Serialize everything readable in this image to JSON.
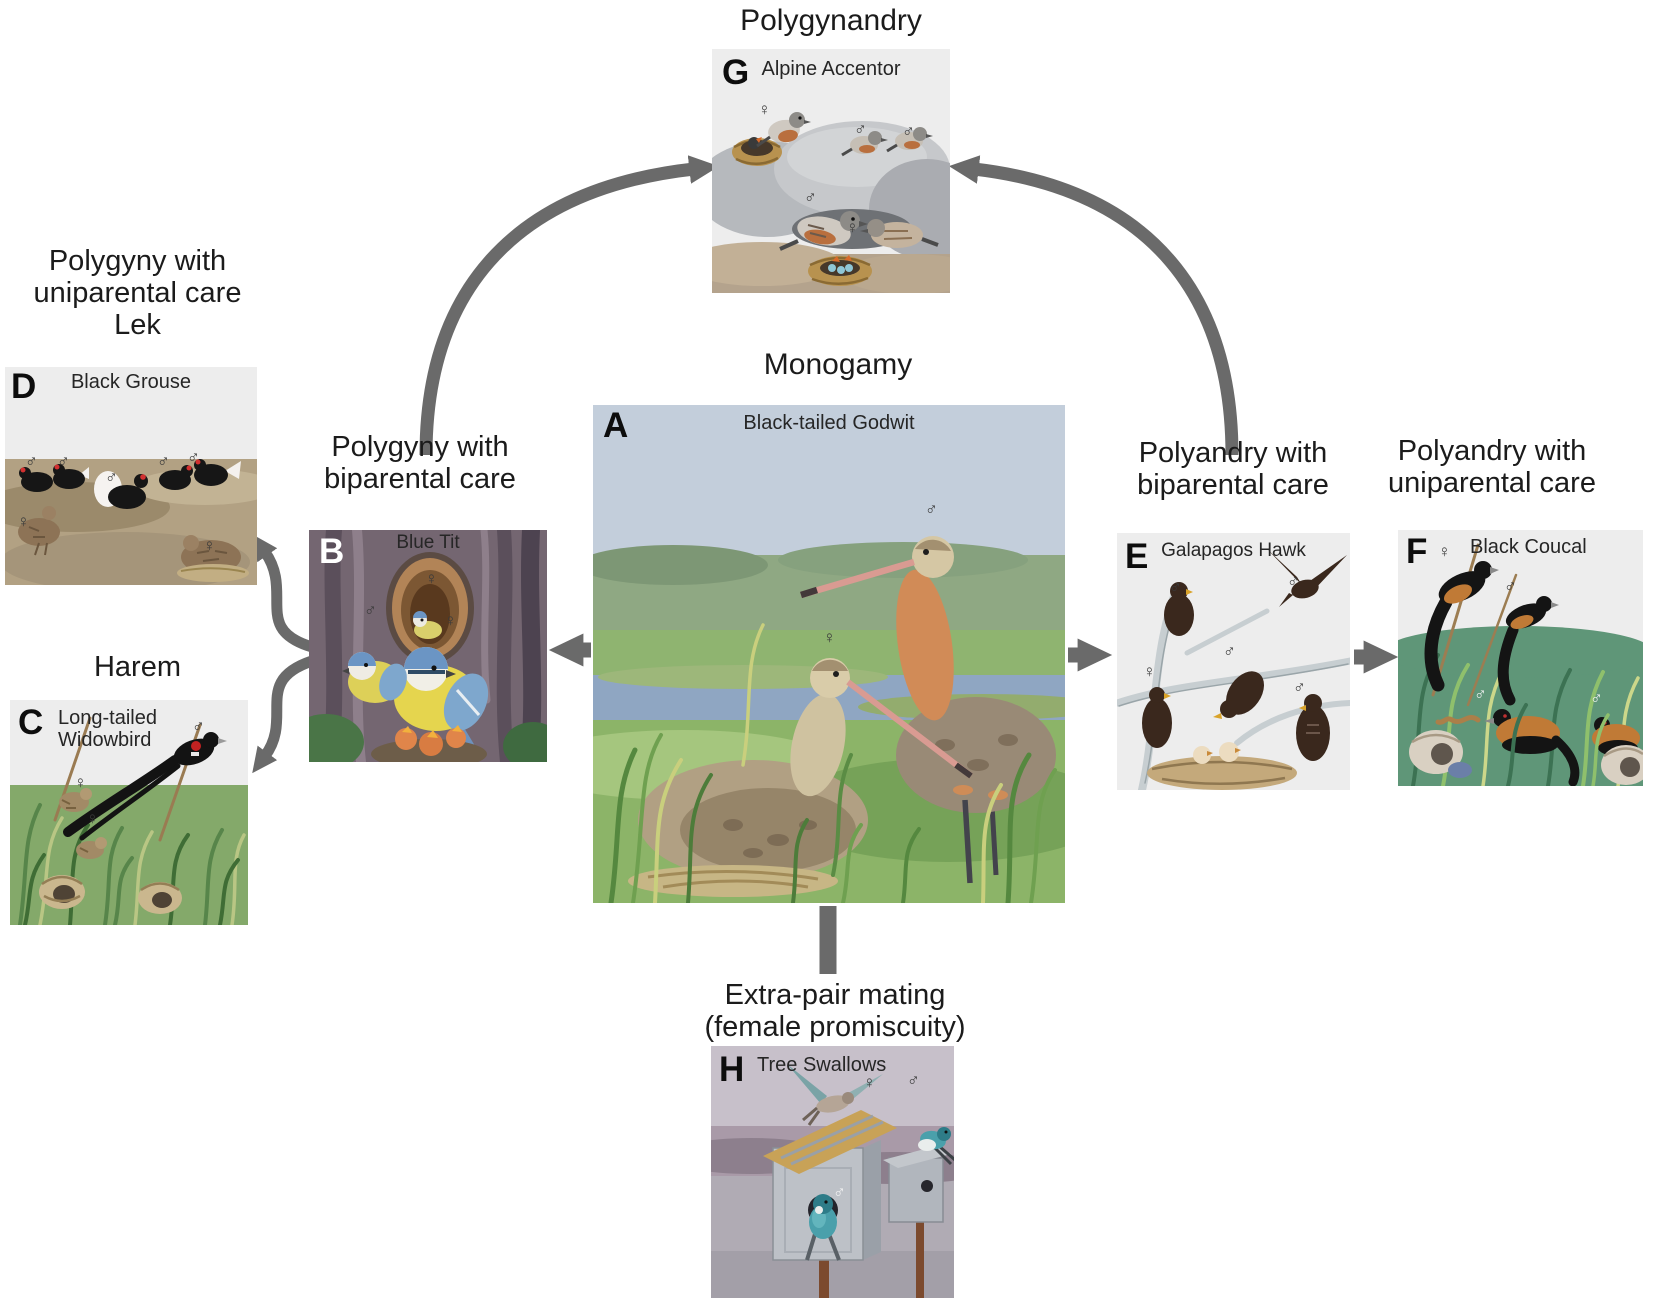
{
  "colors": {
    "background": "#ffffff",
    "arrow": "#6a6a6a",
    "panel_background": "#ededed"
  },
  "glyphs": {
    "male": "♂",
    "female": "♀"
  },
  "headings": {
    "polygynandry": "Polygynandry",
    "polygyny_uniparental": "Polygyny with uniparental care",
    "lek": "Lek",
    "harem": "Harem",
    "polygyny_biparental": "Polygyny with biparental care",
    "monogamy": "Monogamy",
    "polyandry_biparental": "Polyandry with biparental care",
    "polyandry_uniparental": "Polyandry with uniparental care",
    "extra_pair_line1": "Extra-pair mating",
    "extra_pair_line2": "(female promiscuity)"
  },
  "panels": {
    "a": {
      "letter": "A",
      "species": "Black-tailed Godwit",
      "mating_system": "Monogamy"
    },
    "b": {
      "letter": "B",
      "species": "Blue Tit",
      "mating_system": "Polygyny with biparental care"
    },
    "c": {
      "letter": "C",
      "species": "Long-tailed Widowbird",
      "mating_system": "Harem"
    },
    "d": {
      "letter": "D",
      "species": "Black Grouse",
      "mating_system": "Lek"
    },
    "e": {
      "letter": "E",
      "species": "Galapagos Hawk",
      "mating_system": "Polyandry with biparental care"
    },
    "f": {
      "letter": "F",
      "species": "Black Coucal",
      "mating_system": "Polyandry with uniparental care"
    },
    "g": {
      "letter": "G",
      "species": "Alpine Accentor",
      "mating_system": "Polygynandry"
    },
    "h": {
      "letter": "H",
      "species": "Tree Swallows",
      "mating_system": "Extra-pair mating (female promiscuity)"
    }
  }
}
